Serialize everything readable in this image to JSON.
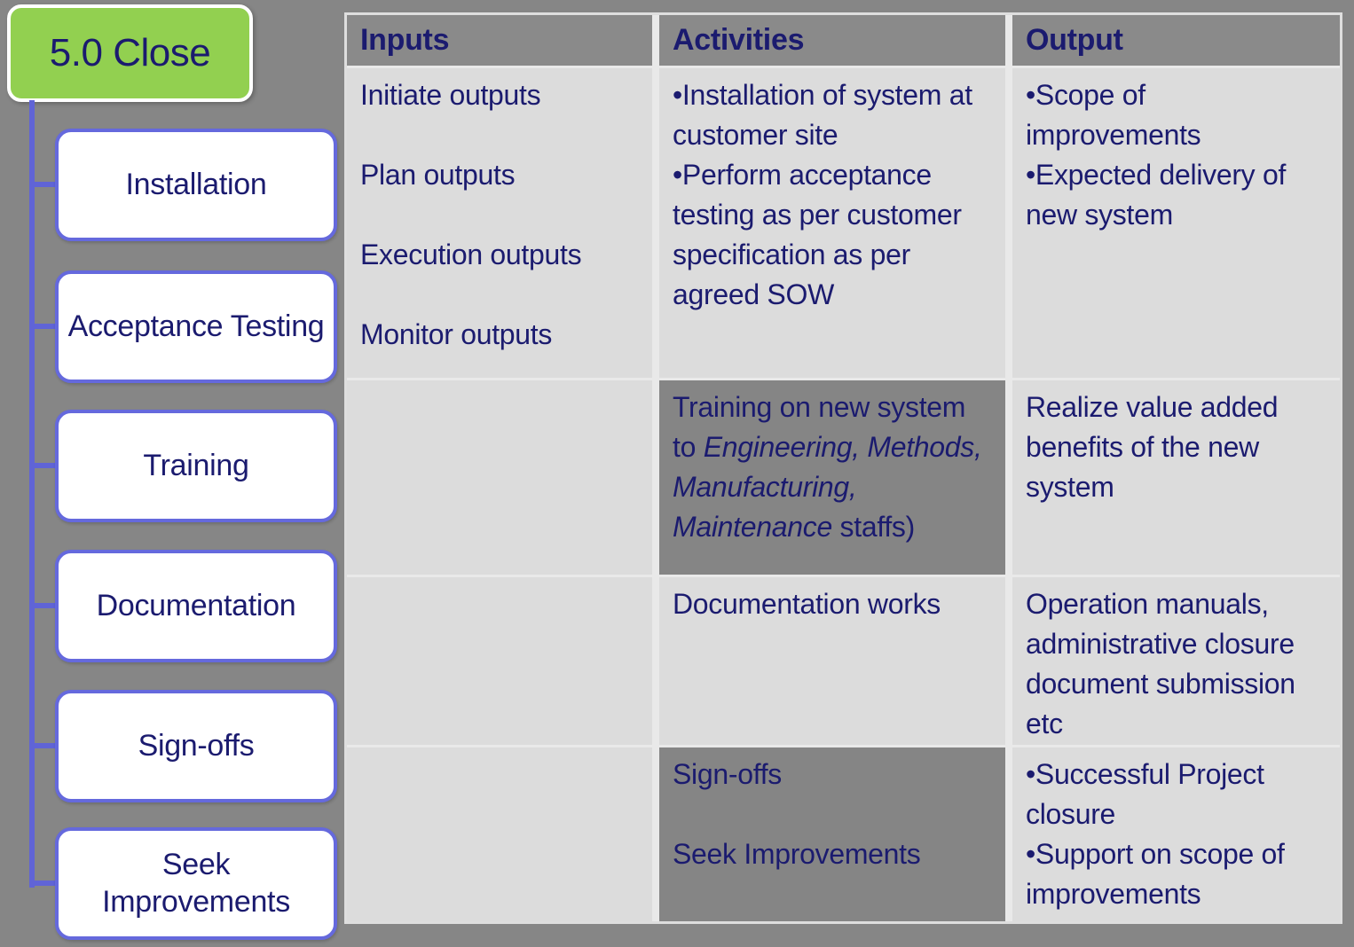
{
  "colors": {
    "background": "#868686",
    "phase_green": "#92d050",
    "text_navy": "#1b1b6f",
    "connector_blue": "#6064d6",
    "header_gray": "#8a8a8a",
    "cell_light_gray": "#dcdcdc",
    "cell_dark_gray": "#858585",
    "node_border": "#6569dd"
  },
  "phase": {
    "label": "5.0 Close"
  },
  "tree": {
    "items": [
      {
        "label": "Installation"
      },
      {
        "label": "Acceptance Testing"
      },
      {
        "label": "Training"
      },
      {
        "label": "Documentation"
      },
      {
        "label": "Sign-offs"
      },
      {
        "label": "Seek Improvements"
      }
    ]
  },
  "table": {
    "headers": {
      "inputs": "Inputs",
      "activities": "Activities",
      "output": "Output"
    },
    "rows": [
      {
        "inputs": "Initiate outputs\n\nPlan outputs\n\nExecution outputs\n\nMonitor outputs",
        "activities": "•Installation of system at customer site\n•Perform acceptance testing as per customer specification as per agreed SOW",
        "output": "•Scope of improvements\n•Expected delivery of new system"
      },
      {
        "inputs": "",
        "activities_lead": "Training on new system to ",
        "activities_italic": "Engineering, Methods, Manufacturing, Maintenance",
        "activities_tail": " staffs)",
        "output": "Realize value added benefits of the new system"
      },
      {
        "inputs": "",
        "activities": "Documentation works",
        "output": "Operation manuals, administrative closure document submission etc"
      },
      {
        "inputs": "",
        "activities": "Sign-offs\n\nSeek Improvements",
        "output": "•Successful Project closure\n•Support on scope of improvements"
      }
    ]
  }
}
